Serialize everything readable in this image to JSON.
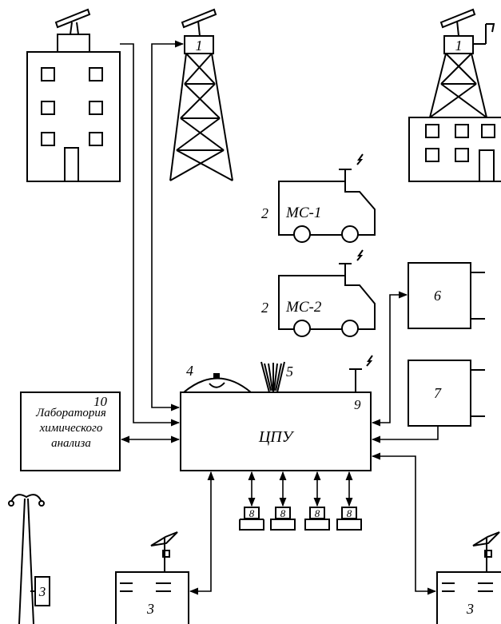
{
  "labels": {
    "tower": "1",
    "tower_right": "1",
    "ms1_num": "2",
    "ms1": "МС-1",
    "ms2_num": "2",
    "ms2": "МС-2",
    "dome": "4",
    "antenna": "5",
    "unit6": "6",
    "unit7": "7",
    "cpu_num": "9",
    "cpu": "ЦПУ",
    "lab_num": "10",
    "sensor": "8",
    "station_left": "3",
    "station_mid": "3",
    "station_right": "3"
  },
  "lab": {
    "line1": "Лаборатория",
    "line2": "химического",
    "line3": "анализа"
  }
}
